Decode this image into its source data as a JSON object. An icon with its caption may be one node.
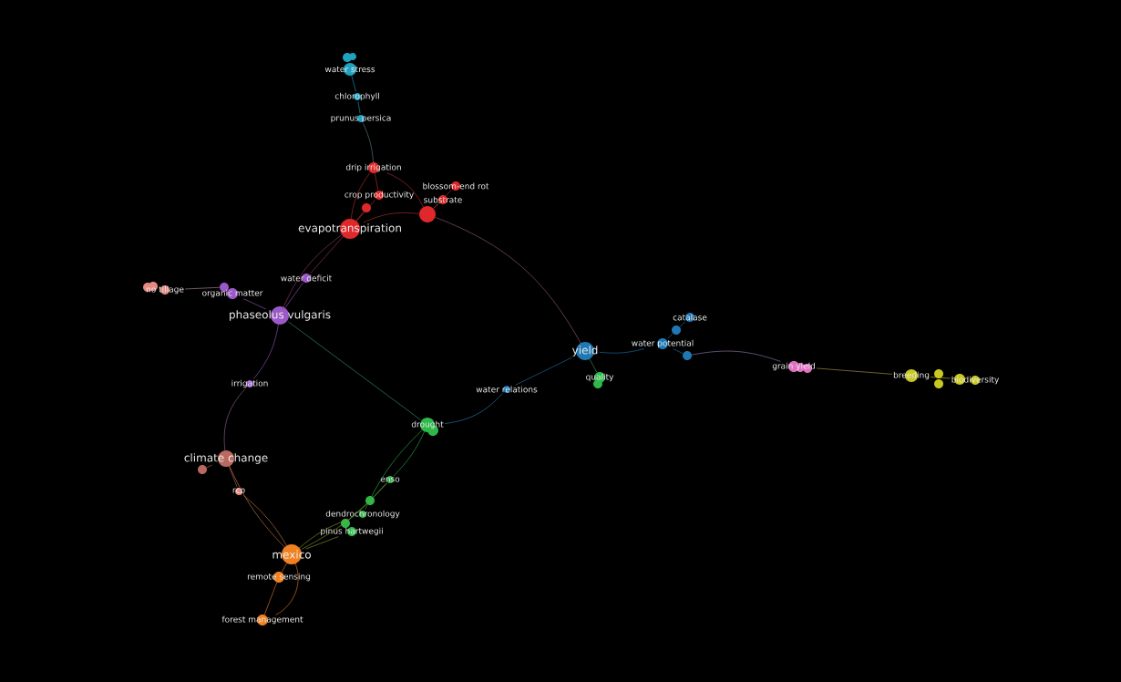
{
  "diagram": {
    "nodes": [
      {
        "text": [
          "water stress"
        ]
      },
      {
        "text": [
          "chlorophyll"
        ]
      },
      {
        "text": [
          "prunus persica"
        ]
      },
      {
        "text": [
          "drip irrigation"
        ]
      },
      {
        "text": [
          "crop productivity"
        ]
      },
      {
        "text": [
          "blossom-end rot"
        ]
      },
      {
        "text": [
          "substrate"
        ]
      },
      {
        "text": [
          "evapotranspiration"
        ]
      },
      {
        "text": [
          "water deficit"
        ]
      },
      {
        "text": [
          "no tillage"
        ]
      },
      {
        "text": [
          "organic matter"
        ]
      },
      {
        "text": [
          "phaseolus vulgaris"
        ]
      },
      {
        "text": [
          "irrigation"
        ]
      },
      {
        "text": [
          "water relations"
        ]
      },
      {
        "text": [
          "yield"
        ]
      },
      {
        "text": [
          "catalase"
        ]
      },
      {
        "text": [
          "water potential"
        ]
      },
      {
        "text": [
          "quality"
        ]
      },
      {
        "text": [
          "grain yield"
        ]
      },
      {
        "text": [
          "breeding"
        ]
      },
      {
        "text": [
          "biodiversity"
        ]
      },
      {
        "text": [
          "drought"
        ]
      },
      {
        "text": [
          "climate change"
        ]
      },
      {
        "text": [
          "enso"
        ]
      },
      {
        "text": [
          "rcp"
        ]
      },
      {
        "text": [
          "dendrochronology"
        ]
      },
      {
        "text": [
          "pinus hartwegii"
        ]
      },
      {
        "text": [
          "mexico"
        ]
      },
      {
        "text": [
          "remote sensing"
        ]
      },
      {
        "text": [
          "forest management"
        ]
      },
      {
        "text": [],
        "shape": "circle"
      },
      {
        "text": [],
        "shape": "circle"
      },
      {
        "text": [],
        "shape": "circle"
      },
      {
        "text": [],
        "shape": "circle"
      },
      {
        "text": [],
        "shape": "circle"
      },
      {
        "text": [],
        "shape": "circle"
      },
      {
        "text": [],
        "shape": "circle"
      },
      {
        "text": [],
        "shape": "circle"
      }
    ],
    "edges": [
      {
        "from": 0,
        "to": 1,
        "arrow": "none",
        "color": "#1fa3c0"
      },
      {
        "from": 1,
        "to": 2,
        "arrow": "none",
        "color": "#1fa3c0"
      },
      {
        "from": 2,
        "to": 3,
        "arrow": "none",
        "color": "#5a8a90"
      },
      {
        "from": 3,
        "to": 4,
        "arrow": "none",
        "color": "#c03030"
      },
      {
        "from": 3,
        "to": 7,
        "arrow": "none",
        "color": "#c03030"
      },
      {
        "from": 3,
        "to": 31,
        "arrow": "none",
        "color": "#c03030"
      },
      {
        "from": 30,
        "to": 7,
        "arrow": "none",
        "color": "#c03030"
      },
      {
        "from": 4,
        "to": 7,
        "arrow": "none",
        "color": "#c03030"
      },
      {
        "from": 7,
        "to": 31,
        "arrow": "none",
        "color": "#c03030"
      },
      {
        "from": 5,
        "to": 31,
        "arrow": "none",
        "color": "#c03030"
      },
      {
        "from": 6,
        "to": 31,
        "arrow": "none",
        "color": "#c03030"
      },
      {
        "from": 7,
        "to": 8,
        "arrow": "none",
        "color": "#a0406a"
      },
      {
        "from": 7,
        "to": 11,
        "arrow": "none",
        "color": "#a0406a"
      },
      {
        "from": 8,
        "to": 11,
        "arrow": "none",
        "color": "#9b59c8"
      },
      {
        "from": 31,
        "to": 14,
        "arrow": "none",
        "color": "#a06080"
      },
      {
        "from": 9,
        "to": 32,
        "arrow": "none",
        "color": "#c090b0"
      },
      {
        "from": 10,
        "to": 11,
        "arrow": "none",
        "color": "#9b59c8"
      },
      {
        "from": 11,
        "to": 12,
        "arrow": "none",
        "color": "#9b59c8"
      },
      {
        "from": 12,
        "to": 22,
        "arrow": "none",
        "color": "#9c6a9a"
      },
      {
        "from": 11,
        "to": 21,
        "arrow": "none",
        "color": "#3a9a8a"
      },
      {
        "from": 22,
        "to": 37,
        "arrow": "none",
        "color": "#b86a60"
      },
      {
        "from": 22,
        "to": 24,
        "arrow": "none",
        "color": "#b86a60"
      },
      {
        "from": 22,
        "to": 27,
        "arrow": "none",
        "color": "#d08050"
      },
      {
        "from": 24,
        "to": 27,
        "arrow": "none",
        "color": "#d08050"
      },
      {
        "from": 21,
        "to": 13,
        "arrow": "none",
        "color": "#2a8ab0"
      },
      {
        "from": 13,
        "to": 14,
        "arrow": "none",
        "color": "#1f78b4"
      },
      {
        "from": 14,
        "to": 16,
        "arrow": "none",
        "color": "#1f78b4"
      },
      {
        "from": 14,
        "to": 17,
        "arrow": "none",
        "color": "#3a9a6a"
      },
      {
        "from": 16,
        "to": 33,
        "arrow": "none",
        "color": "#1f78b4"
      },
      {
        "from": 33,
        "to": 15,
        "arrow": "none",
        "color": "#1f78b4"
      },
      {
        "from": 16,
        "to": 34,
        "arrow": "none",
        "color": "#1f78b4"
      },
      {
        "from": 34,
        "to": 18,
        "arrow": "none",
        "color": "#a080c0"
      },
      {
        "from": 18,
        "to": 19,
        "arrow": "none",
        "color": "#c0a050"
      },
      {
        "from": 19,
        "to": 20,
        "arrow": "none",
        "color": "#c8c820"
      },
      {
        "from": 21,
        "to": 23,
        "arrow": "none",
        "color": "#2eb84a"
      },
      {
        "from": 21,
        "to": 25,
        "arrow": "none",
        "color": "#2eb84a"
      },
      {
        "from": 23,
        "to": 35,
        "arrow": "none",
        "color": "#2eb84a"
      },
      {
        "from": 35,
        "to": 36,
        "arrow": "none",
        "color": "#2eb84a"
      },
      {
        "from": 23,
        "to": 27,
        "arrow": "none",
        "color": "#90a030"
      },
      {
        "from": 25,
        "to": 27,
        "arrow": "none",
        "color": "#90a030"
      },
      {
        "from": 26,
        "to": 27,
        "arrow": "none",
        "color": "#90a030"
      },
      {
        "from": 27,
        "to": 28,
        "arrow": "none",
        "color": "#f08020"
      },
      {
        "from": 27,
        "to": 29,
        "arrow": "none",
        "color": "#f08020"
      },
      {
        "from": 28,
        "to": 29,
        "arrow": "none",
        "color": "#f08020"
      }
    ]
  }
}
